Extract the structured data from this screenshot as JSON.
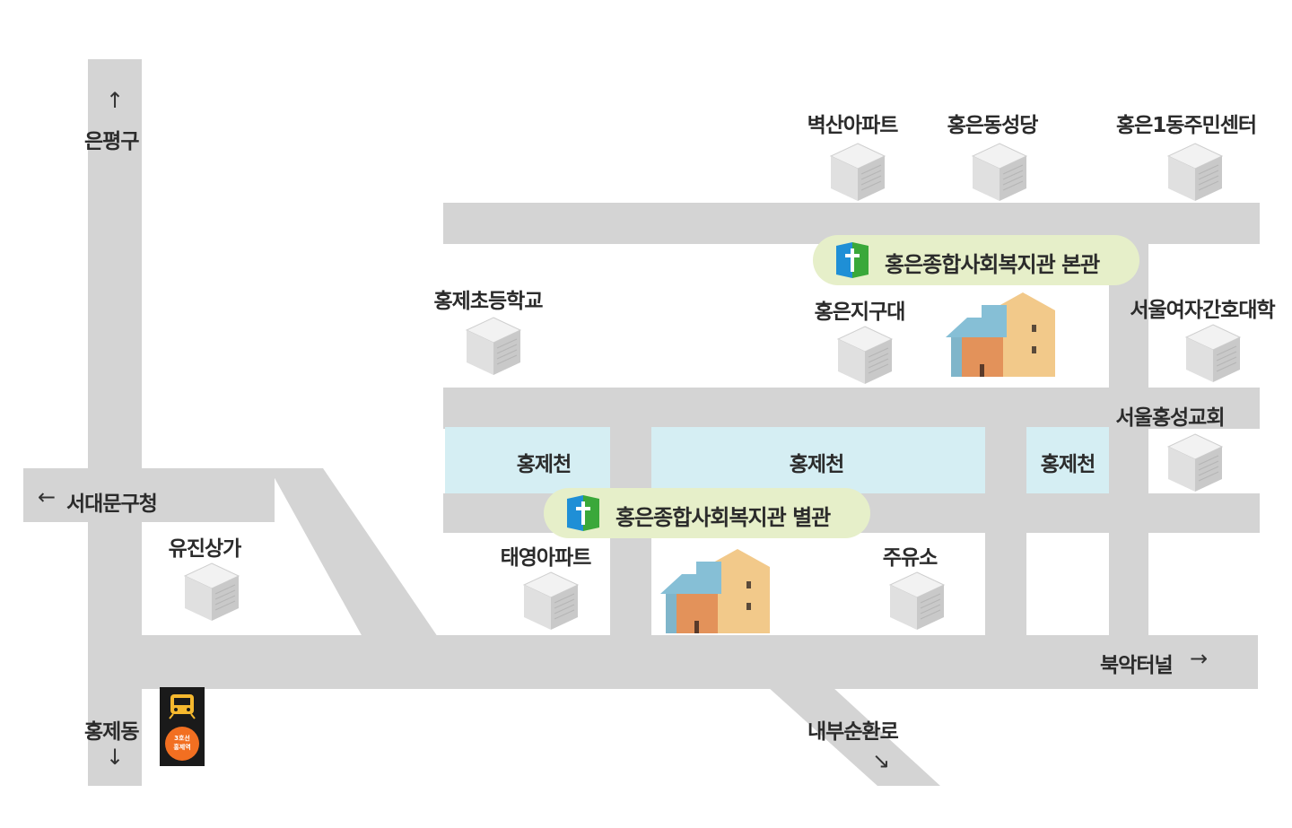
{
  "directions": {
    "north": "은평구",
    "west": "서대문구청",
    "south": "홍제동",
    "east": "북악터널",
    "southeast": "내부순환로"
  },
  "arrows": {
    "up": "↑",
    "left": "←",
    "down": "↓",
    "right": "→",
    "down_right": "↘"
  },
  "landmarks": {
    "byeoksan_apt": "벽산아파트",
    "hongeun_church": "홍은동성당",
    "community_center": "홍은1동주민센터",
    "hongje_elementary": "홍제초등학교",
    "hongeun_district": "홍은지구대",
    "nursing_college": "서울여자간호대학",
    "hongseong_church": "서울홍성교회",
    "yujin_mall": "유진상가",
    "taeyoung_apt": "태영아파트",
    "gas_station": "주유소"
  },
  "streams": {
    "left": "홍제천",
    "center": "홍제천",
    "right": "홍제천"
  },
  "facilities": {
    "main": "홍은종합사회복지관 본관",
    "annex": "홍은종합사회복지관 별관"
  },
  "subway": {
    "line_label": "3호선",
    "station_label": "홍제역",
    "color": "#f26f21"
  },
  "colors": {
    "road": "#d4d4d4",
    "stream": "#d5eef3",
    "label_bg": "#e6efc9",
    "badge_blue": "#1f8fd6",
    "badge_green": "#3aa83a"
  }
}
